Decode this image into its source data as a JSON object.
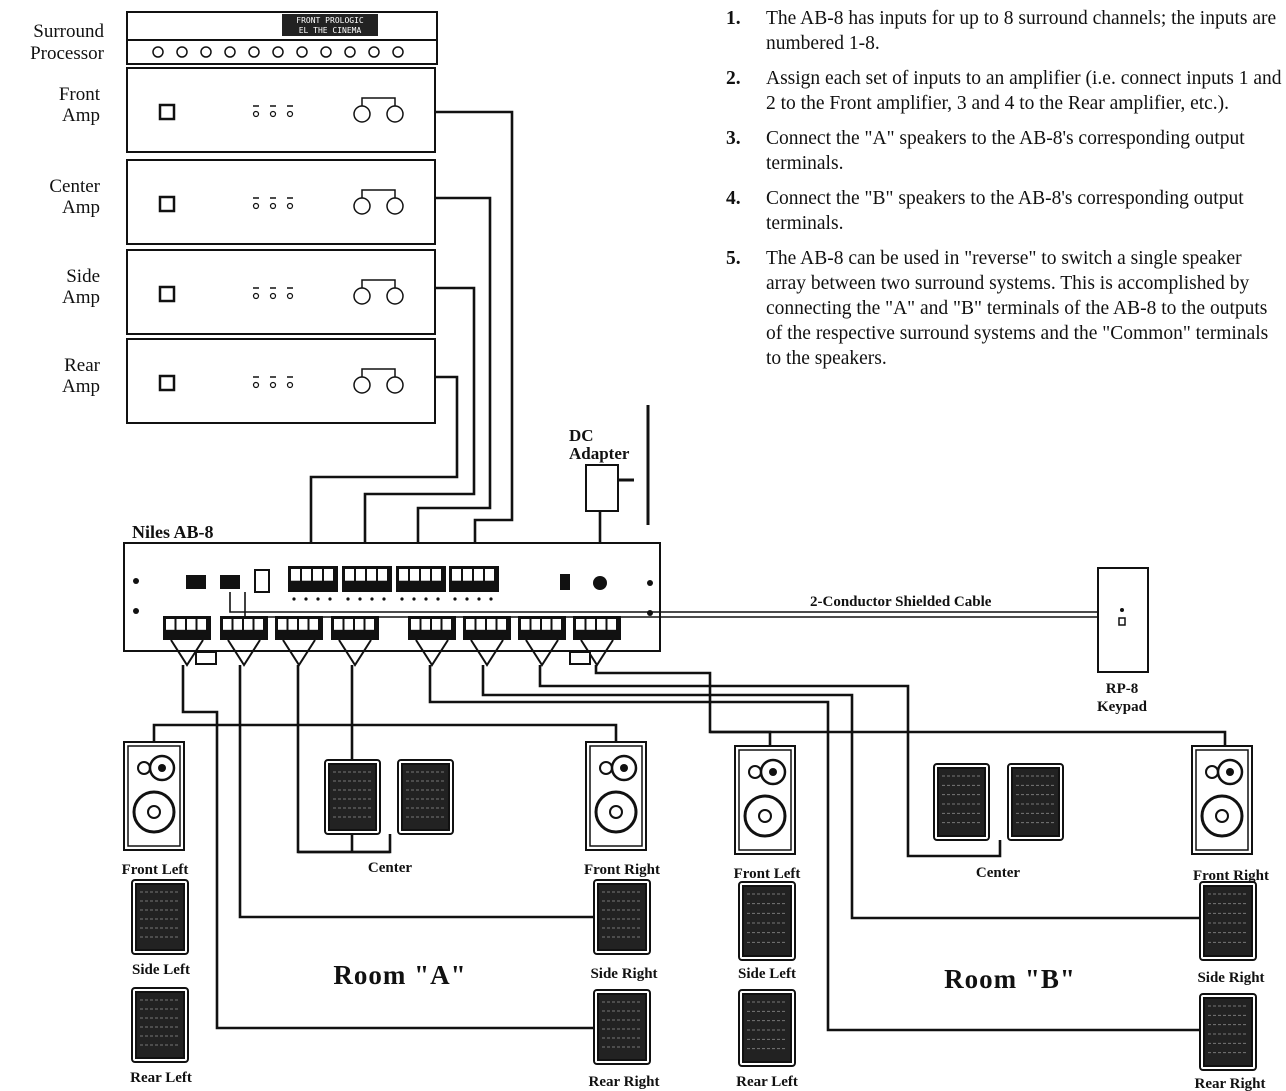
{
  "equipment": {
    "surround_processor": "Surround\nProcessor",
    "processor_display": "FRONT PROLOGIC\nEL THE CINEMA",
    "amps": [
      {
        "label": "Front\nAmp"
      },
      {
        "label": "Center\nAmp"
      },
      {
        "label": "Side\nAmp"
      },
      {
        "label": "Rear\nAmp"
      }
    ],
    "switcher": "Niles AB-8",
    "dc_adapter": "DC\nAdapter",
    "cable_label": "2-Conductor Shielded Cable",
    "keypad": "RP-8\nKeypad"
  },
  "rooms": {
    "a": {
      "title": "Room \"A\"",
      "front_left": "Front Left",
      "center": "Center",
      "front_right": "Front Right",
      "side_left": "Side Left",
      "side_right": "Side Right",
      "rear_left": "Rear Left",
      "rear_right": "Rear Right"
    },
    "b": {
      "title": "Room \"B\"",
      "front_left": "Front Left",
      "center": "Center",
      "front_right": "Front Right",
      "side_left": "Side Left",
      "side_right": "Side Right",
      "rear_left": "Rear Left",
      "rear_right": "Rear Right"
    }
  },
  "instructions": [
    {
      "num": "1.",
      "text": "The AB-8 has inputs for up to 8 surround channels; the inputs are numbered 1-8."
    },
    {
      "num": "2.",
      "text": "Assign each set of inputs to an amplifier (i.e. connect inputs 1 and 2 to the Front amplifier, 3 and 4 to the Rear amplifier, etc.)."
    },
    {
      "num": "3.",
      "text": "Connect the \"A\" speakers to the AB-8's corresponding output terminals."
    },
    {
      "num": "4.",
      "text": "Connect the \"B\" speakers to the AB-8's corresponding output terminals."
    },
    {
      "num": "5.",
      "text": "The AB-8 can be used in \"reverse\" to switch a single speaker array between two surround systems. This is accomplished by connecting the \"A\" and \"B\" terminals of the AB-8 to the outputs of the respective surround systems and the \"Common\" terminals to the speakers."
    }
  ]
}
